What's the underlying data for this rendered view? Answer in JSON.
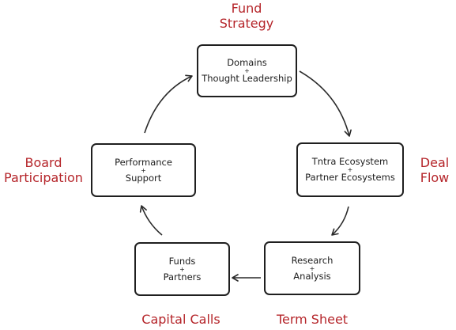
{
  "nodes": {
    "domains": {
      "line1": "Domains",
      "plus": "+",
      "line2": "Thought Leadership"
    },
    "ecosystem": {
      "line1": "Tntra Ecosystem",
      "plus": "+",
      "line2": "Partner Ecosystems"
    },
    "research": {
      "line1": "Research",
      "plus": "+",
      "line2": "Analysis"
    },
    "funds": {
      "line1": "Funds",
      "plus": "+",
      "line2": "Partners"
    },
    "performance": {
      "line1": "Performance",
      "plus": "+",
      "line2": "Support"
    }
  },
  "stages": {
    "fund_strategy": [
      "Fund",
      "Strategy"
    ],
    "deal_flow": [
      "Deal",
      "Flow"
    ],
    "term_sheet": "Term Sheet",
    "capital_calls": "Capital Calls",
    "board_participation": [
      "Board",
      "Participation"
    ]
  },
  "colors": {
    "label_red": "#b5252a",
    "box_border": "#1f1f1f",
    "arrow": "#2a2a2a"
  }
}
